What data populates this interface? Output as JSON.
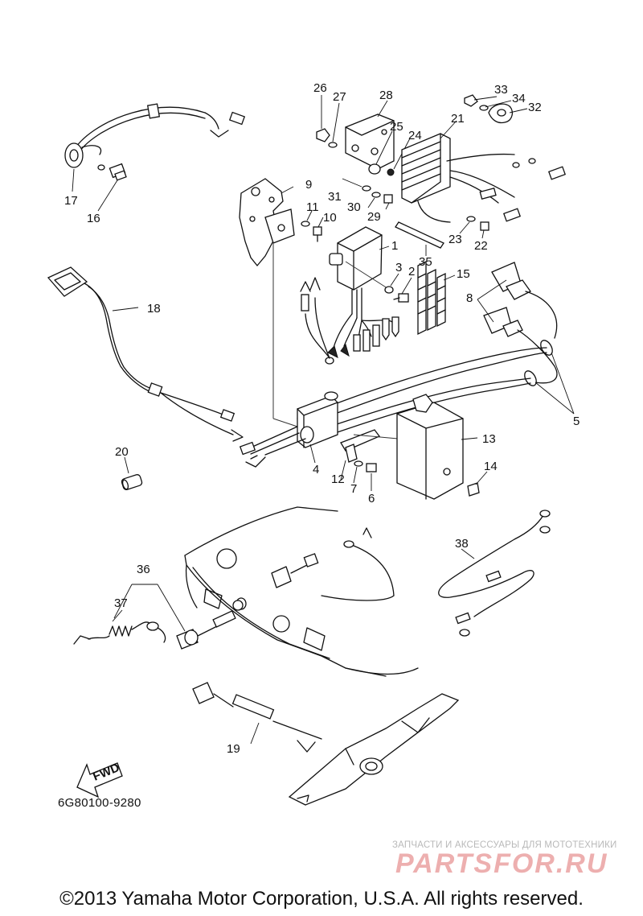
{
  "diagram": {
    "callouts": {
      "c1": "1",
      "c2": "2",
      "c3": "3",
      "c4": "4",
      "c5": "5",
      "c6": "6",
      "c7": "7",
      "c8": "8",
      "c9": "9",
      "c10": "10",
      "c11": "11",
      "c12": "12",
      "c13": "13",
      "c14": "14",
      "c15": "15",
      "c16": "16",
      "c17": "17",
      "c18": "18",
      "c19": "19",
      "c20": "20",
      "c21": "21",
      "c22": "22",
      "c23": "23",
      "c24": "24",
      "c25": "25",
      "c26": "26",
      "c27": "27",
      "c28": "28",
      "c29": "29",
      "c30": "30",
      "c31": "31",
      "c32": "32",
      "c33": "33",
      "c34": "34",
      "c35": "35",
      "c36": "36",
      "c37": "37",
      "c38": "38"
    },
    "fwd_label": "FWD",
    "part_number": "6G80100-9280"
  },
  "watermark": {
    "subtitle": "ЗАПЧАСТИ И АКСЕССУАРЫ ДЛЯ МОТОТЕХНИКИ",
    "logo": "PARTSFOR.RU"
  },
  "footer": {
    "copyright": "©2013 Yamaha Motor Corporation, U.S.A. All rights reserved."
  }
}
